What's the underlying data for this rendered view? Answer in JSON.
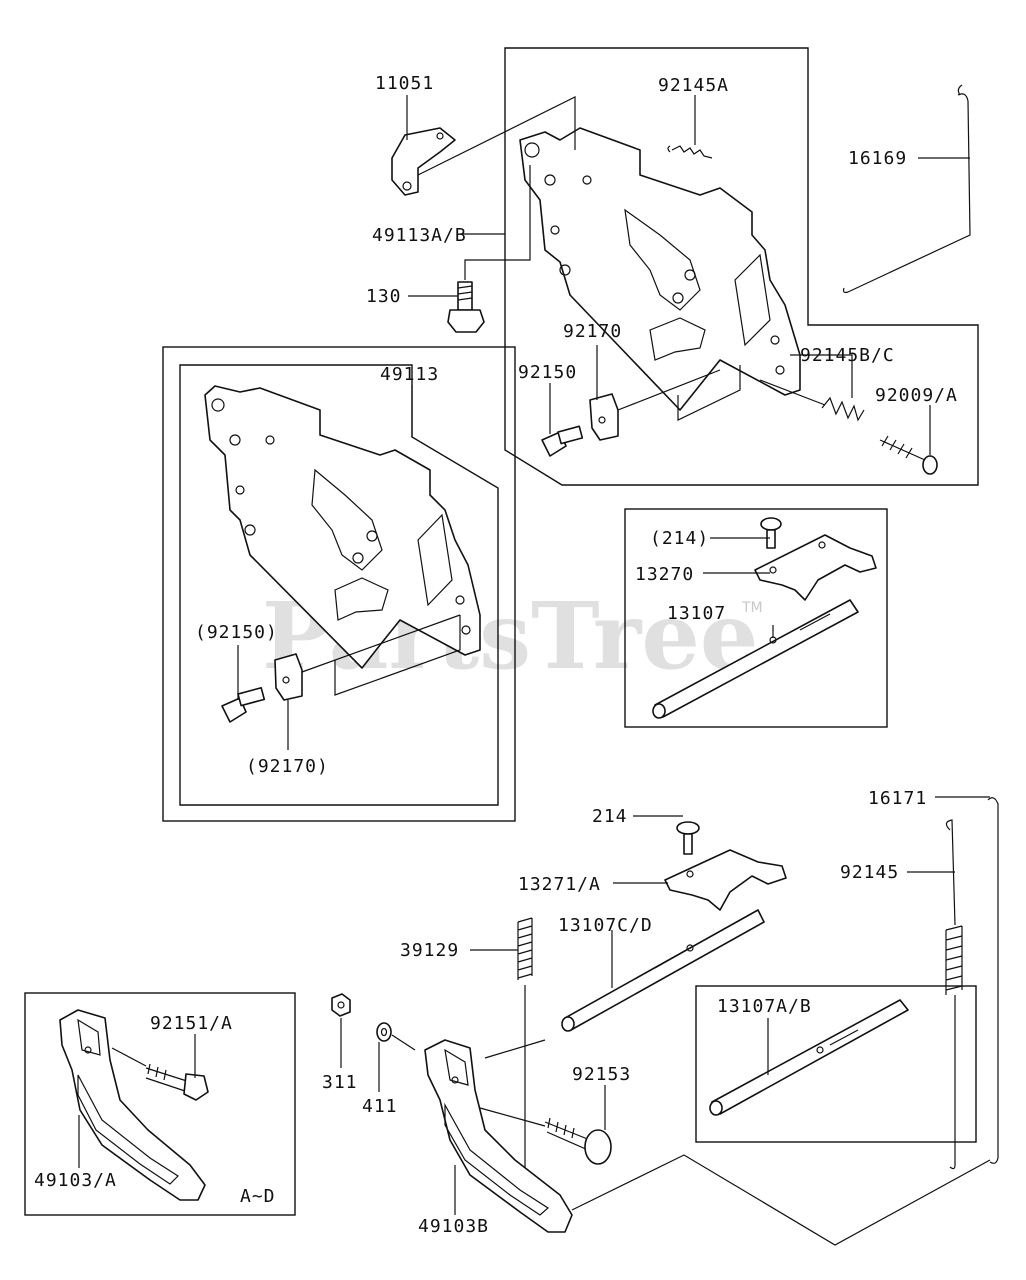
{
  "watermark": {
    "text": "PartsTree",
    "tm": "TM"
  },
  "labels": {
    "p11051": "11051",
    "p92145A": "92145A",
    "p16169": "16169",
    "p49113AB": "49113A/B",
    "p130": "130",
    "p92170": "92170",
    "p92150": "92150",
    "p92145BC": "92145B/C",
    "p92009A": "92009/A",
    "p49113": "49113",
    "p92150p": "(92150)",
    "p92170p": "(92170)",
    "p214p": "(214)",
    "p13270": "13270",
    "p13107": "13107",
    "p16171": "16171",
    "p214": "214",
    "p92145": "92145",
    "p13271A": "13271/A",
    "p13107CD": "13107C/D",
    "p39129": "39129",
    "p92151A": "92151/A",
    "p311": "311",
    "p411": "411",
    "p92153": "92153",
    "p13107AB": "13107A/B",
    "p49103A": "49103/A",
    "p49103B": "49103B",
    "pAD": "A~D"
  }
}
